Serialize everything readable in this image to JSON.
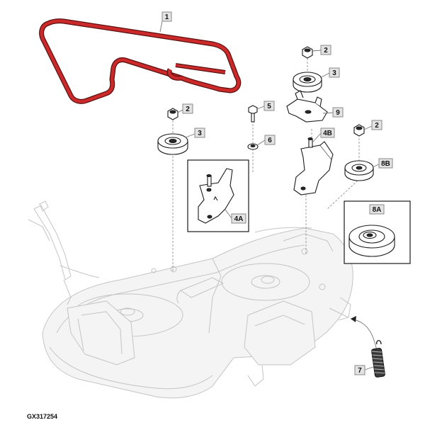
{
  "figure_id": "GX317254",
  "callouts": {
    "belt": "1",
    "nut_top": "2",
    "idler_top": "3",
    "nut_left": "2",
    "idler_left": "3",
    "bolt": "5",
    "spacer": "6",
    "bracket_plate": "9",
    "idler_arm": "4B",
    "nut_right": "2",
    "pulley_right": "8B",
    "arm_inset": "4A",
    "pulley_inset": "8A",
    "spring": "7"
  },
  "colors": {
    "belt": "#cc2a2a",
    "callout_fill": "#e3e3e3"
  }
}
